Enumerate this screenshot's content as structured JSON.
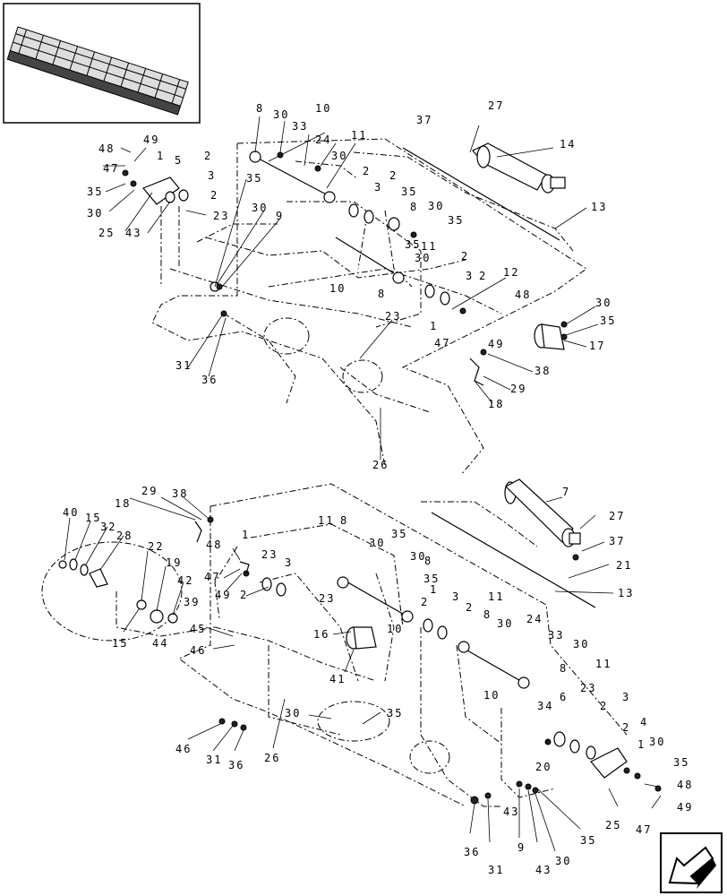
{
  "thumbnail": {
    "icon": "header-thumbnail-image"
  },
  "nav_arrow": {
    "icon": "previous-page-arrow-icon"
  },
  "callouts_top": [
    "8",
    "30",
    "33",
    "10",
    "11",
    "24",
    "30",
    "48",
    "49",
    "47",
    "1",
    "5",
    "2",
    "35",
    "30",
    "25",
    "43",
    "3",
    "2",
    "23",
    "35",
    "30",
    "9",
    "37",
    "27",
    "14",
    "2",
    "3",
    "2",
    "35",
    "8",
    "30",
    "35",
    "35",
    "13",
    "30",
    "11",
    "2",
    "12",
    "3",
    "2",
    "48",
    "10",
    "8",
    "1",
    "47",
    "49",
    "30",
    "35",
    "17",
    "38",
    "29",
    "18",
    "23",
    "31",
    "36",
    "26"
  ],
  "callouts_bottom": [
    "29",
    "38",
    "18",
    "7",
    "27",
    "40",
    "15",
    "32",
    "28",
    "48",
    "47",
    "49",
    "1",
    "23",
    "3",
    "2",
    "22",
    "19",
    "42",
    "39",
    "15",
    "44",
    "45",
    "46",
    "11",
    "8",
    "30",
    "35",
    "30",
    "8",
    "35",
    "1",
    "2",
    "3",
    "2",
    "11",
    "23",
    "10",
    "16",
    "41",
    "30",
    "8",
    "24",
    "33",
    "30",
    "8",
    "11",
    "10",
    "37",
    "21",
    "13",
    "34",
    "6",
    "23",
    "2",
    "3",
    "2",
    "4",
    "1",
    "30",
    "35",
    "48",
    "47",
    "49",
    "25",
    "20",
    "30",
    "35",
    "46",
    "31",
    "36",
    "26",
    "36",
    "31",
    "43",
    "9",
    "43",
    "30",
    "35"
  ]
}
